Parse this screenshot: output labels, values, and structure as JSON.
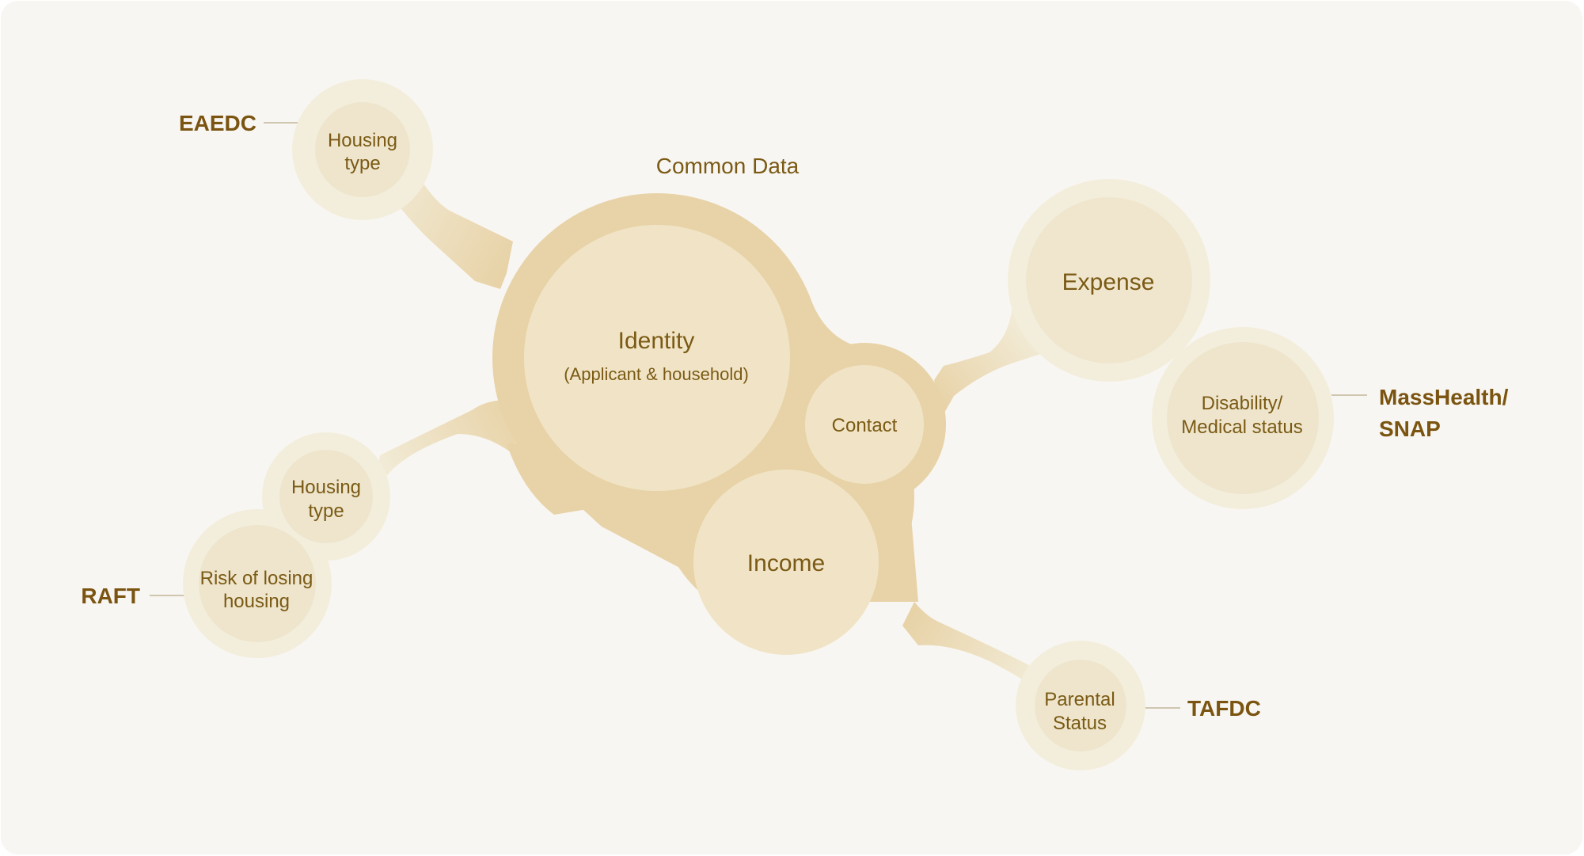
{
  "diagram": {
    "title": "Common Data",
    "core_nodes": {
      "identity": {
        "label": "Identity",
        "sublabel": "(Applicant & household)"
      },
      "contact": {
        "label": "Contact"
      },
      "income": {
        "label": "Income"
      }
    },
    "branches": {
      "eaedc": {
        "program": "EAEDC",
        "nodes": [
          "Housing",
          "type"
        ]
      },
      "raft": {
        "program": "RAFT",
        "housing_type": [
          "Housing",
          "type"
        ],
        "risk": [
          "Risk of losing",
          "housing"
        ]
      },
      "masshealth": {
        "program": [
          "MassHealth/",
          "SNAP"
        ],
        "expense": "Expense",
        "disability": [
          "Disability/",
          "Medical status"
        ]
      },
      "tafdc": {
        "program": "TAFDC",
        "nodes": [
          "Parental",
          "Status"
        ]
      }
    },
    "colors": {
      "background": "#f8f6f2",
      "core_blob": "#e8d3a8",
      "core_node": "#f1e4c6",
      "outer_ring": "#f3eedc",
      "inner_node": "#eee5cc",
      "text": "#7a5a14",
      "connector": "#cfc6b0"
    }
  }
}
